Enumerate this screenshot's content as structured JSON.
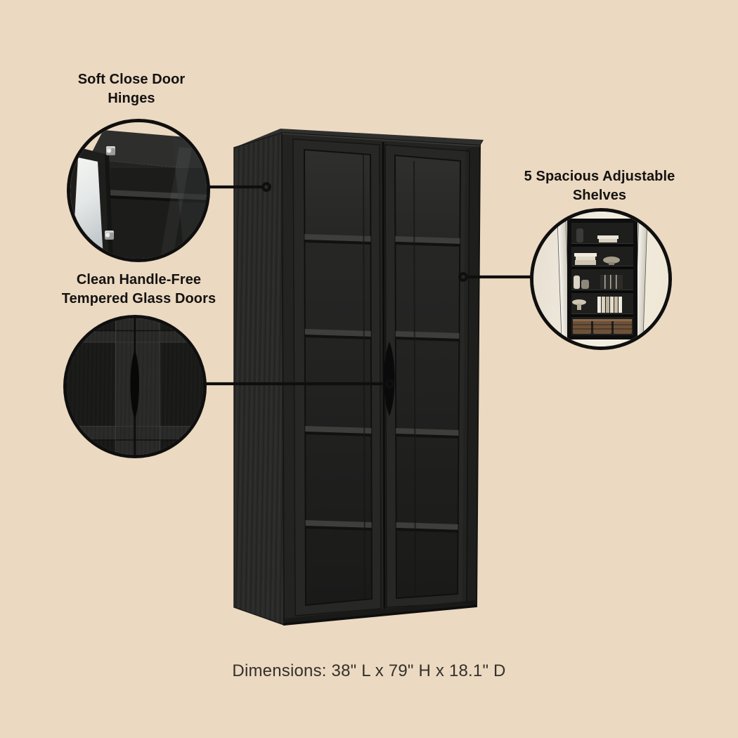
{
  "page": {
    "background_color": "#ebd9c1",
    "annotation_color": "#0f0f0f",
    "text_color": "#141210",
    "product_color": "#232322"
  },
  "callouts": [
    {
      "name": "soft-close-hinges",
      "line1": "Soft Close Door",
      "line2": "Hinges"
    },
    {
      "name": "handle-free-doors",
      "line1": "Clean Handle-Free",
      "line2": "Tempered Glass Doors"
    },
    {
      "name": "adjustable-shelves",
      "line1": "5 Spacious Adjustable",
      "line2": "Shelves"
    }
  ],
  "footer": {
    "dimensions_label": "Dimensions: 38\" L x 79\" H x 18.1\" D"
  }
}
